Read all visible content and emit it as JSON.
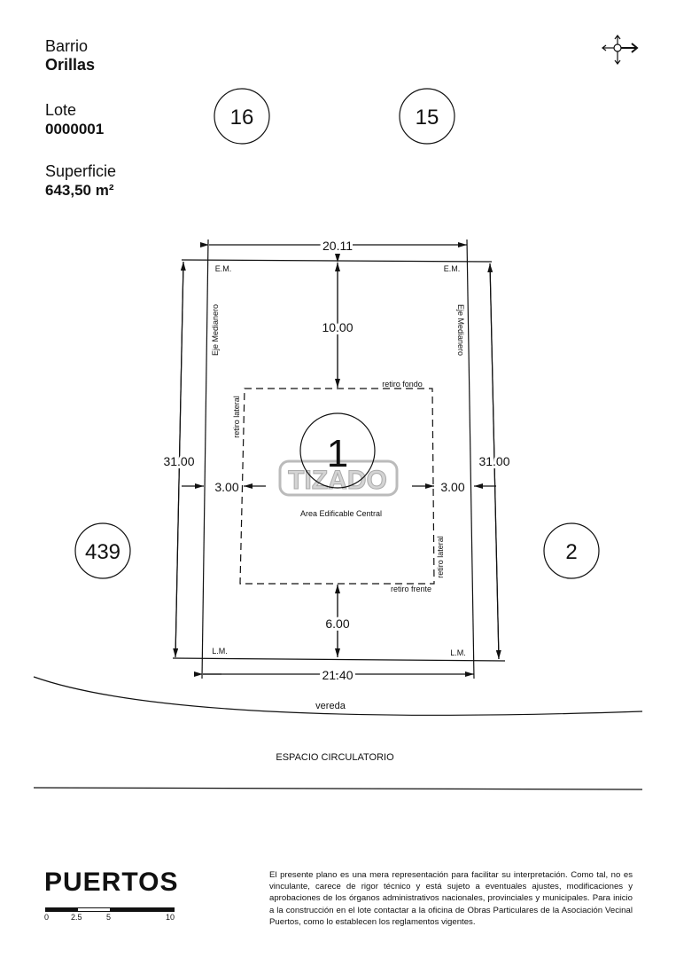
{
  "header": {
    "barrio_label": "Barrio",
    "barrio_name": "Orillas",
    "lote_label": "Lote",
    "lote_value": "0000001",
    "superficie_label": "Superficie",
    "superficie_value": "643,50 m²"
  },
  "plan": {
    "lot_number": "1",
    "neighbors": {
      "top_left": "16",
      "top_right": "15",
      "left": "439",
      "right": "2"
    },
    "dimensions": {
      "top": "20.11",
      "bottom": "21.40",
      "left": "31.00",
      "right": "31.00",
      "setback_back": "10.00",
      "setback_front": "6.00",
      "setback_left": "3.00",
      "setback_right": "3.00"
    },
    "labels": {
      "em_left": "E.M.",
      "em_right": "E.M.",
      "lm_left": "L.M.",
      "lm_right": "L.M.",
      "eje_left": "Eje Medianero",
      "eje_right": "Eje Medianero",
      "retiro_fondo": "retiro fondo",
      "retiro_frente": "retiro frente",
      "retiro_lateral_left": "retiro lateral",
      "retiro_lateral_right": "retiro lateral",
      "area": "Area Edificable Central",
      "vereda": "vereda",
      "espacio": "ESPACIO CIRCULATORIO"
    },
    "watermark": "TIZADO"
  },
  "footer": {
    "logo": "PUERTOS",
    "scale_ticks": [
      "0",
      "2.5",
      "5",
      "10"
    ],
    "disclaimer": "El presente plano es una mera representación para facilitar su interpretación. Como tal, no es vinculante, carece de rigor técnico y está sujeto a eventuales ajustes, modificaciones y aprobaciones de los órganos administrativos nacionales, provinciales y municipales. Para inicio a la construcción en el lote contactar a la oficina de Obras Particulares de la Asociación Vecinal Puertos, como lo establecen los reglamentos vigentes."
  }
}
